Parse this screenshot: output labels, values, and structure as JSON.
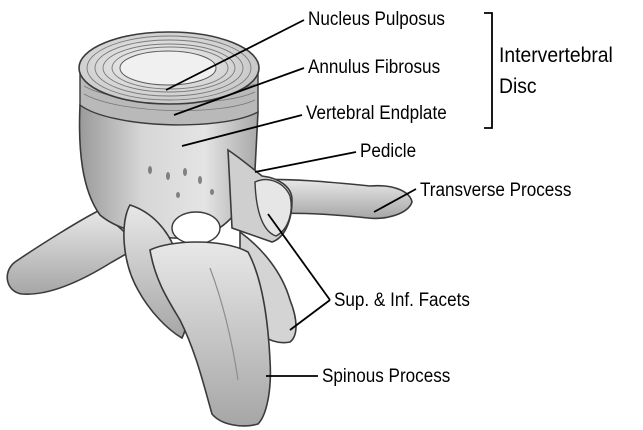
{
  "labels": {
    "nucleus_pulposus": "Nucleus Pulposus",
    "annulus_fibrosus": "Annulus Fibrosus",
    "vertebral_endplate": "Vertebral Endplate",
    "intervertebral": "Intervertebral",
    "disc": "Disc",
    "pedicle": "Pedicle",
    "transverse_process": "Transverse Process",
    "facets": "Sup. & Inf. Facets",
    "spinous_process": "Spinous Process"
  },
  "colors": {
    "bone_light": "#ececec",
    "bone_mid": "#c9c9c9",
    "bone_dark": "#8e8e8e",
    "outline": "#3a3a3a",
    "line": "#000000"
  }
}
